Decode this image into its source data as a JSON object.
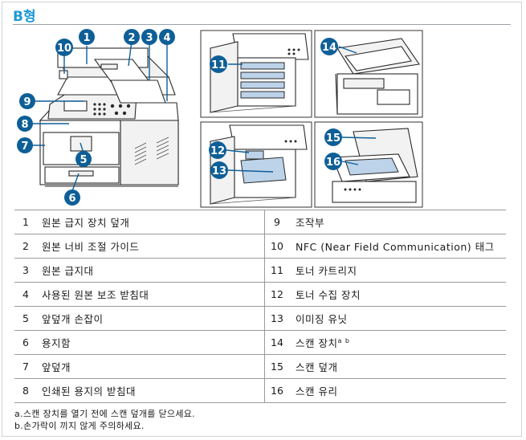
{
  "title": "B형",
  "callouts": {
    "c1": "1",
    "c2": "2",
    "c3": "3",
    "c4": "4",
    "c5": "5",
    "c6": "6",
    "c7": "7",
    "c8": "8",
    "c9": "9",
    "c10": "10",
    "c11": "11",
    "c12": "12",
    "c13": "13",
    "c14": "14",
    "c15": "15",
    "c16": "16"
  },
  "rows": [
    {
      "n1": "1",
      "l1": "원본 급지 장치 덮개",
      "n2": "9",
      "l2": "조작부",
      "sup": ""
    },
    {
      "n1": "2",
      "l1": "원본 너비 조절 가이드",
      "n2": "10",
      "l2": "NFC (Near Field Communication) 태그",
      "sup": ""
    },
    {
      "n1": "3",
      "l1": "원본 급지대",
      "n2": "11",
      "l2": "토너 카트리지",
      "sup": ""
    },
    {
      "n1": "4",
      "l1": "사용된 원본 보조 받침대",
      "n2": "12",
      "l2": "토너 수집 장치",
      "sup": ""
    },
    {
      "n1": "5",
      "l1": "앞덮개 손잡이",
      "n2": "13",
      "l2": "이미징 유닛",
      "sup": ""
    },
    {
      "n1": "6",
      "l1": "용지함",
      "n2": "14",
      "l2": "스캔 장치",
      "sup": "a b"
    },
    {
      "n1": "7",
      "l1": "앞덮개",
      "n2": "15",
      "l2": "스캔 덮개",
      "sup": ""
    },
    {
      "n1": "8",
      "l1": "인쇄된 용지의 받침대",
      "n2": "16",
      "l2": "스캔 유리",
      "sup": ""
    }
  ],
  "notes": {
    "a": "a.스캔 장치를 열기 전에 스캔 덮개를 닫으세요.",
    "b": "b.손가락이 끼지 않게 주의하세요."
  }
}
